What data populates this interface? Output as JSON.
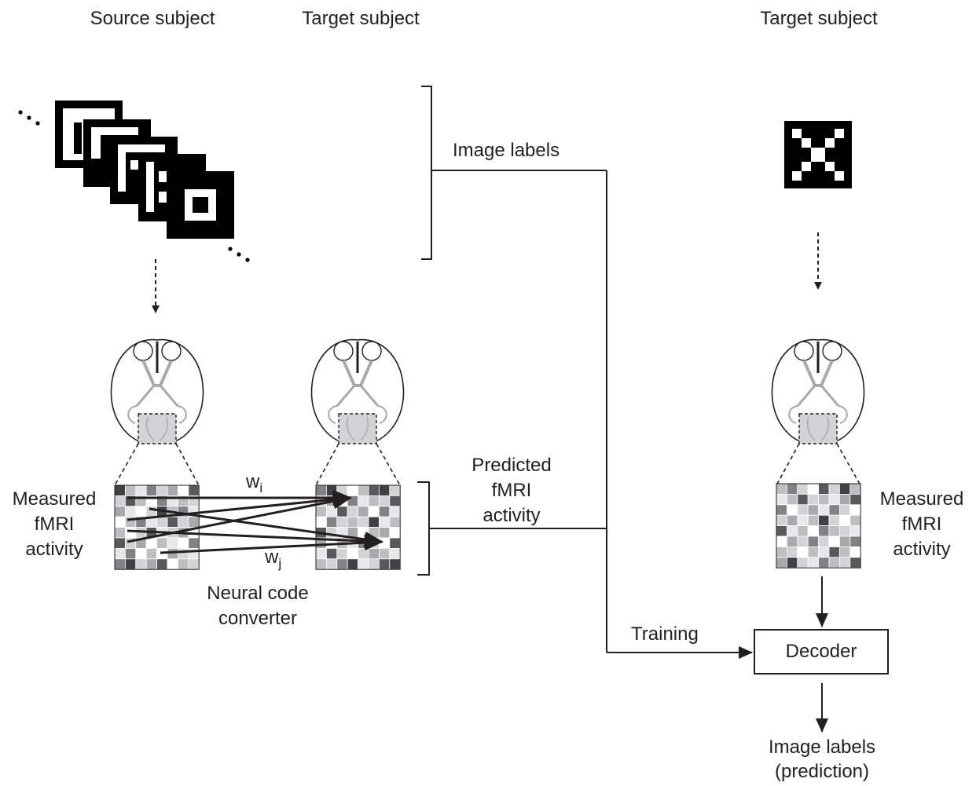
{
  "headers": {
    "source": "Source subject",
    "target_left": "Target subject",
    "target_right": "Target subject"
  },
  "labels": {
    "image_labels": "Image labels",
    "predicted": [
      "Predicted",
      "fMRI",
      "activity"
    ],
    "measured_left": [
      "Measured",
      "fMRI",
      "activity"
    ],
    "measured_right": [
      "Measured",
      "fMRI",
      "activity"
    ],
    "converter": [
      "Neural code",
      "converter"
    ],
    "training": "Training",
    "decoder": "Decoder",
    "output": [
      "Image labels",
      "(prediction)"
    ],
    "w_i_base": "w",
    "w_i_sub": "i",
    "w_j_base": "w",
    "w_j_sub": "j",
    "ellipsis": "..."
  },
  "colors": {
    "ink": "#231f20",
    "brain_tract": "#a7a9ac",
    "cell_palette": [
      "#ffffff",
      "#e6e7e8",
      "#d1d3d4",
      "#bcbec0",
      "#a7a9ac",
      "#808285",
      "#58595b",
      "#414042"
    ]
  },
  "grids": {
    "source": [
      [
        7,
        3,
        1,
        5,
        2,
        4,
        0,
        6
      ],
      [
        2,
        6,
        3,
        0,
        5,
        1,
        3,
        2
      ],
      [
        4,
        1,
        0,
        2,
        7,
        3,
        5,
        1
      ],
      [
        0,
        3,
        5,
        1,
        2,
        6,
        2,
        4
      ],
      [
        3,
        0,
        2,
        6,
        1,
        2,
        4,
        0
      ],
      [
        6,
        2,
        4,
        0,
        3,
        1,
        0,
        5
      ],
      [
        1,
        5,
        0,
        3,
        0,
        4,
        2,
        1
      ],
      [
        5,
        7,
        2,
        4,
        6,
        0,
        3,
        2
      ]
    ],
    "predicted": [
      [
        5,
        7,
        2,
        0,
        3,
        6,
        7,
        2
      ],
      [
        2,
        4,
        0,
        5,
        1,
        3,
        2,
        6
      ],
      [
        3,
        1,
        6,
        2,
        4,
        0,
        5,
        1
      ],
      [
        0,
        5,
        2,
        3,
        2,
        7,
        1,
        3
      ],
      [
        6,
        2,
        1,
        4,
        0,
        3,
        4,
        0
      ],
      [
        4,
        0,
        3,
        1,
        5,
        2,
        0,
        6
      ],
      [
        1,
        6,
        2,
        0,
        2,
        4,
        3,
        1
      ],
      [
        3,
        2,
        5,
        7,
        1,
        2,
        6,
        7
      ]
    ],
    "measured_target": [
      [
        3,
        5,
        2,
        0,
        6,
        2,
        7,
        3
      ],
      [
        1,
        3,
        6,
        2,
        3,
        1,
        4,
        6
      ],
      [
        5,
        0,
        2,
        4,
        1,
        5,
        2,
        0
      ],
      [
        2,
        4,
        1,
        3,
        7,
        2,
        0,
        3
      ],
      [
        6,
        1,
        3,
        0,
        5,
        3,
        2,
        1
      ],
      [
        0,
        4,
        2,
        5,
        2,
        0,
        4,
        5
      ],
      [
        3,
        2,
        0,
        3,
        1,
        6,
        3,
        0
      ],
      [
        4,
        7,
        2,
        1,
        5,
        3,
        2,
        6
      ]
    ]
  }
}
